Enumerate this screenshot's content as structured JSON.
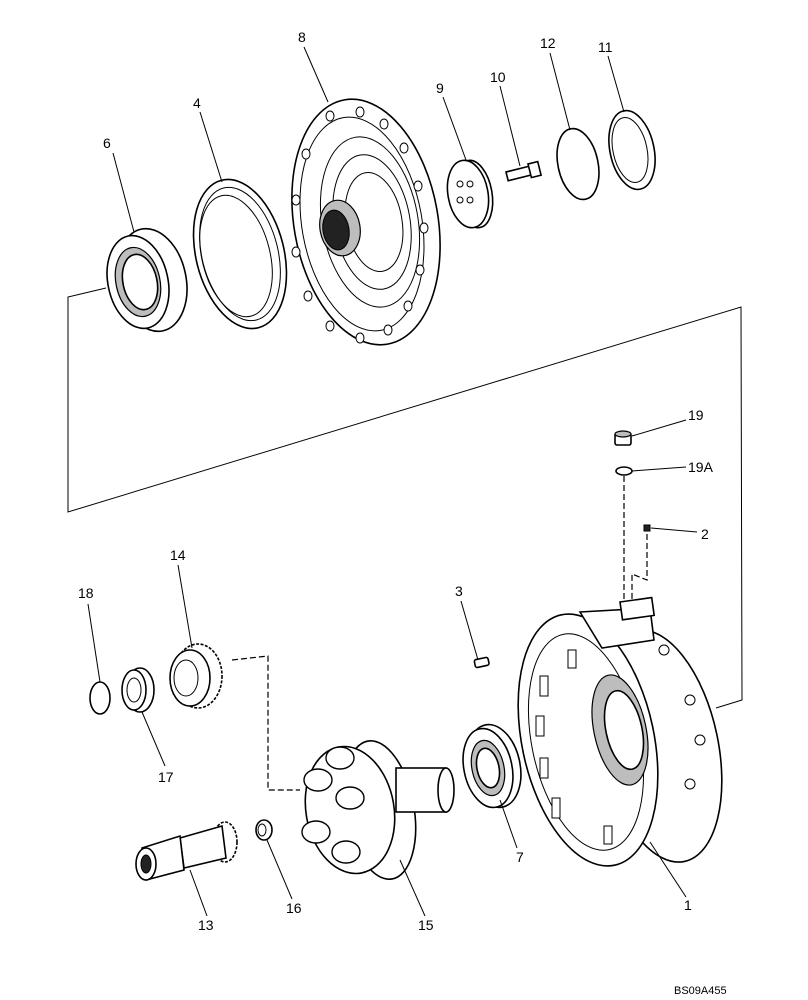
{
  "callouts": {
    "c1": "1",
    "c2": "2",
    "c3": "3",
    "c4": "4",
    "c6": "6",
    "c7": "7",
    "c8": "8",
    "c9": "9",
    "c10": "10",
    "c11": "11",
    "c12": "12",
    "c13": "13",
    "c14": "14",
    "c15": "15",
    "c16": "16",
    "c17": "17",
    "c18": "18",
    "c19": "19",
    "c19a": "19A"
  },
  "drawing_reference": "BS09A455"
}
